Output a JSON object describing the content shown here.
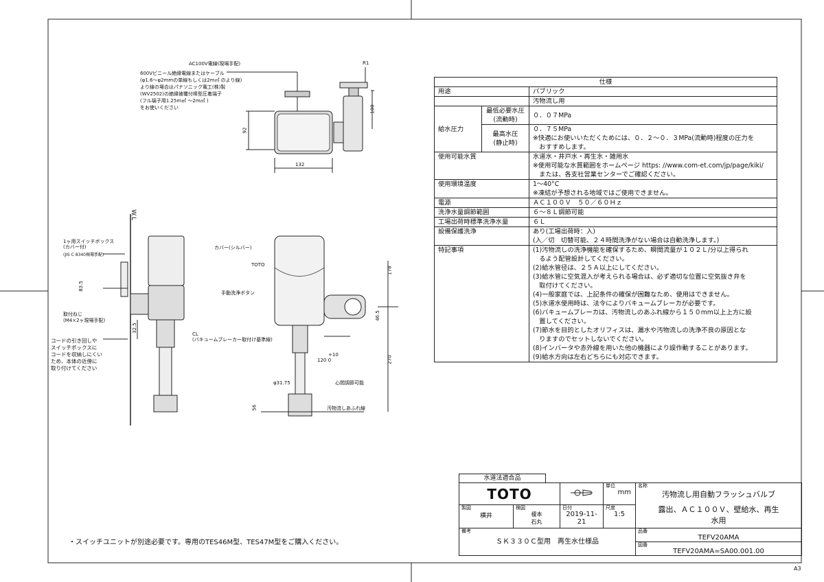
{
  "frame_label": "A3",
  "top_view": {
    "ac_cable_label": "AC100V電線(現場手配)",
    "cable_note": [
      "600Vビニール絶縁電線またはケーブル",
      "(φ1.6～φ2mmの単線もしくは2m㎡ のより線)",
      "より線の場合はパナソニック電工(株)製",
      "(WV2502)の絶縁被覆付棒型圧着端子",
      "(フル端子用1.25m㎡ ～2m㎡ )",
      "をお使いください"
    ],
    "dim_r1": "R1",
    "dim_100": "100",
    "dim_92": "92",
    "dim_132": "132"
  },
  "side_view": {
    "wl_label": "W.L",
    "switch_box_label": [
      "1ヶ用スイッチボックス",
      "(カバー付)"
    ],
    "jis_label": "(JIS C 8340現場手配)",
    "dim_83_5": "83.5",
    "mount_screw_label": [
      "取付ねじ",
      "(M4×2ヶ現場手配)"
    ],
    "cord_note": [
      "コードの引き回しや",
      "スイッチボックスに",
      "コードを収納しにくい",
      "ため、本体の近傍に",
      "取り付けてください"
    ],
    "dim_32_5": "32.5"
  },
  "front_view": {
    "cover_label": "カバー(シルバー)",
    "toto_label": "TOTO",
    "manual_button_label": "手動洗浄ボタン",
    "cl_label": "CL",
    "cl_sub_label": "(バキュームブレーカー取付け基準線)",
    "dim_plus10": "+10",
    "dim_120_0": "120  0",
    "dim_31_75": "φ31.75",
    "center_adjust_label": "心間調節可能",
    "overflow_label": "汚物流しあふれ線",
    "dim_56": "56",
    "dim_178": "178",
    "dim_46_5": "46.5",
    "dim_270": "270"
  },
  "spec": {
    "header": "仕様",
    "rows": [
      {
        "label": "用途",
        "value": "パブリック"
      },
      {
        "label": "",
        "value": "汚物流し用"
      },
      {
        "label": "給水圧力",
        "sub1": "最低必要水圧\n(流動時)",
        "val1": "０．０７MPa",
        "sub2": "最高水圧\n(静止時)",
        "val2a": "０．７５MPa",
        "val2b": "※快適にお使いいただくためには、０．２～０．３MPa(流動時)程度の圧力を",
        "val2c": "　おすすめします。"
      },
      {
        "label": "使用可能水質",
        "value": "水道水・井戸水・再生水・雑用水",
        "value2": "※使用可能な水質範囲をホームページ https: //www.com-et.com/jp/page/kiki/",
        "value3": "　または、各支社営業センターでご確認ください。"
      },
      {
        "label": "使用環境温度",
        "value": "1～40°C",
        "value2": "※凍結が予想される地域ではご使用できません。"
      },
      {
        "label": "電源",
        "value": "ＡＣ１００Ｖ　５０／６０Ｈｚ"
      },
      {
        "label": "洗浄水量調節範囲",
        "value": "６～８Ｌ調節可能"
      },
      {
        "label": "工場出荷時標準洗浄水量",
        "value": "６Ｌ"
      },
      {
        "label": "設備保護洗浄",
        "value": "あり(工場出荷時：入)",
        "value2": "(入／切　切替可能、２４時間洗浄がない場合は自動洗浄します。)"
      }
    ],
    "notes_label": "特記事項",
    "notes": [
      "(1)汚物流しの洗浄機能を確保するため、瞬間流量が１０２Ｌ/分以上得られ",
      "　るよう配管設計してください。",
      "(2)給水管径は、２５Ａ以上にしてください。",
      "(3)給水管に空気混入が考えられる場合は、必ず適切な位置に空気抜き弁を",
      "　取付けてください。",
      "(4)一般家庭では、上記条件の確保が困難なため、使用はできません。",
      "(5)水道水使用時は、法令によりバキュームブレーカが必要です。",
      "(6)バキュームブレーカは、汚物流しのあふれ線から１５０mm以上上方に設",
      "　置してください。",
      "(7)節水を目的としたオリフィスは、漏水や汚物流しの洗浄不良の原因とな",
      "　りますのでセットしないでください。",
      "(8)インバータや赤外線を用いた他の機器により誤作動することがあります。",
      "(9)給水方向は左右どちらにも対応できます。"
    ]
  },
  "footer_note": "・スイッチユニットが別途必要です。専用のTES46M型、TES47M型をご購入ください。",
  "title_block": {
    "suido_label": "水道法適合品",
    "brand": "TOTO",
    "unit_label": "単位",
    "unit_value": "mm",
    "name_label": "名称",
    "name_line1": "汚物流し用自動フラッシュバルブ",
    "name_line2": "露出、ＡＣ１００Ｖ、壁給水、再生",
    "name_line3": "水用",
    "drawn_label": "製図",
    "drawn_value": "横井",
    "checked_label": "検図",
    "checked_value1": "榎本",
    "checked_value2": "石丸",
    "date_label": "日付",
    "date_value": "2019-11-21",
    "scale_label": "尺度",
    "scale_value": "1:5",
    "part_label": "品番",
    "part_value": "TEFV20AMA",
    "remarks_label": "備考",
    "remarks_value": "ＳＫ３３０Ｃ型用　再生水仕様品",
    "drawing_no_label": "図番",
    "drawing_no_value": "TEFV20AMA=SA00.001.00"
  }
}
